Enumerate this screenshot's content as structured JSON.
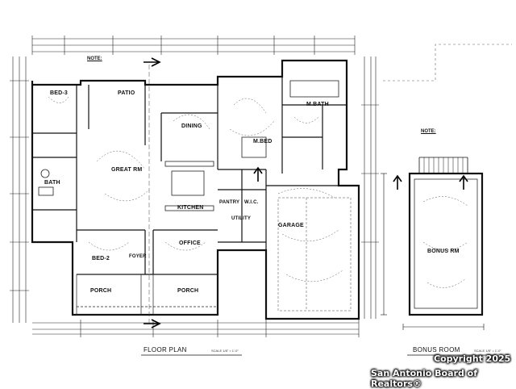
{
  "rooms": {
    "bed3": "BED-3",
    "patio": "PATIO",
    "mbath": "M.BATH",
    "mbed": "M.BED",
    "dining": "DINING",
    "great_rm": "GREAT RM",
    "bath": "BATH",
    "kitchen": "KITCHEN",
    "pantry": "PANTRY",
    "utility": "UTILITY",
    "wic": "W.I.C.",
    "garage": "GARAGE",
    "bed2": "BED-2",
    "foyer": "FOYER",
    "office": "OFFICE",
    "porch_left": "PORCH",
    "porch_right": "PORCH",
    "bonus_rm": "BONUS RM"
  },
  "notes": {
    "left": "NOTE:",
    "right": "NOTE:"
  },
  "titles": {
    "floor_plan": "FLOOR PLAN",
    "bonus_room": "BONUS ROOM",
    "floor_plan_scale": "SCALE 1/8\" = 1'-0\"",
    "bonus_room_scale": "SCALE 1/8\" = 1'-0\""
  },
  "watermark": {
    "copyright": "Copyright 2025",
    "board": "San Antonio Board of Realtors®"
  }
}
